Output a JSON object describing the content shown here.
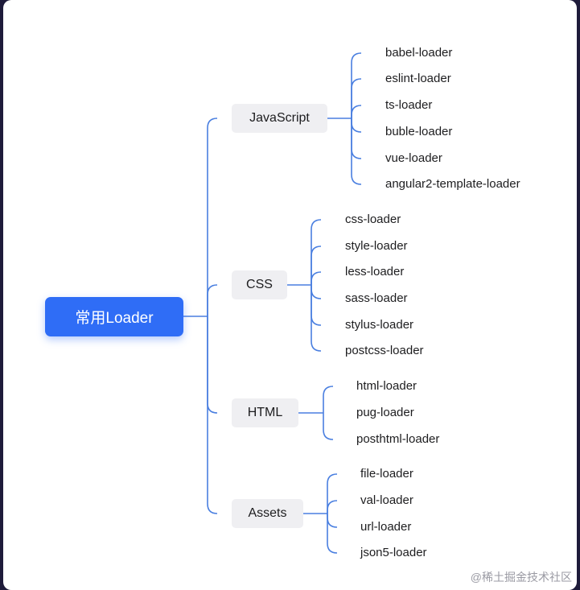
{
  "root": {
    "label": "常用Loader"
  },
  "categories": [
    {
      "label": "JavaScript",
      "leaves": [
        "babel-loader",
        "eslint-loader",
        "ts-loader",
        "buble-loader",
        "vue-loader",
        "angular2-template-loader"
      ]
    },
    {
      "label": "CSS",
      "leaves": [
        "css-loader",
        "style-loader",
        "less-loader",
        "sass-loader",
        "stylus-loader",
        "postcss-loader"
      ]
    },
    {
      "label": "HTML",
      "leaves": [
        "html-loader",
        "pug-loader",
        "posthtml-loader"
      ]
    },
    {
      "label": "Assets",
      "leaves": [
        "file-loader",
        "val-loader",
        "url-loader",
        "json5-loader"
      ]
    }
  ],
  "watermark": "@稀土掘金技术社区",
  "colors": {
    "connector": "#4a7fe0",
    "root_bg": "#2f6df6",
    "category_bg": "#efeff2"
  }
}
